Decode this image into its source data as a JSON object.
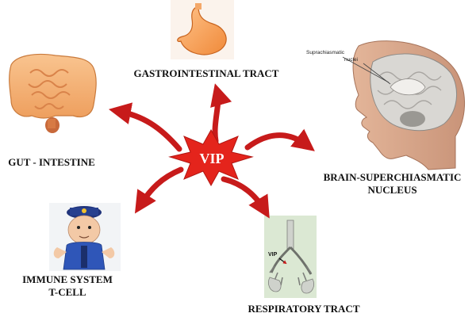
{
  "diagram": {
    "center_label": "VIP",
    "nodes": {
      "gastrointestinal": "GASTROINTESTINAL TRACT",
      "gut_line1": "GUT - INTESTINE",
      "brain_line1": "BRAIN-SUPERCHIASMATIC",
      "brain_line2": "NUCLEUS",
      "immune_line1": "IMMUNE SYSTEM",
      "immune_line2": "T-CELL",
      "respiratory": "RESPIRATORY TRACT"
    },
    "annotations": {
      "brain_line1": "Suprachiasmatic",
      "brain_line2": "nuclei",
      "respiratory_vip": "VIP"
    },
    "icons": [
      "stomach-icon",
      "intestine-icon",
      "brain-head-icon",
      "police-officer-icon",
      "lungs-icon"
    ],
    "colors": {
      "burst_red": "#e4241c",
      "arrow_red": "#c71b1b",
      "text": "#111111"
    }
  }
}
